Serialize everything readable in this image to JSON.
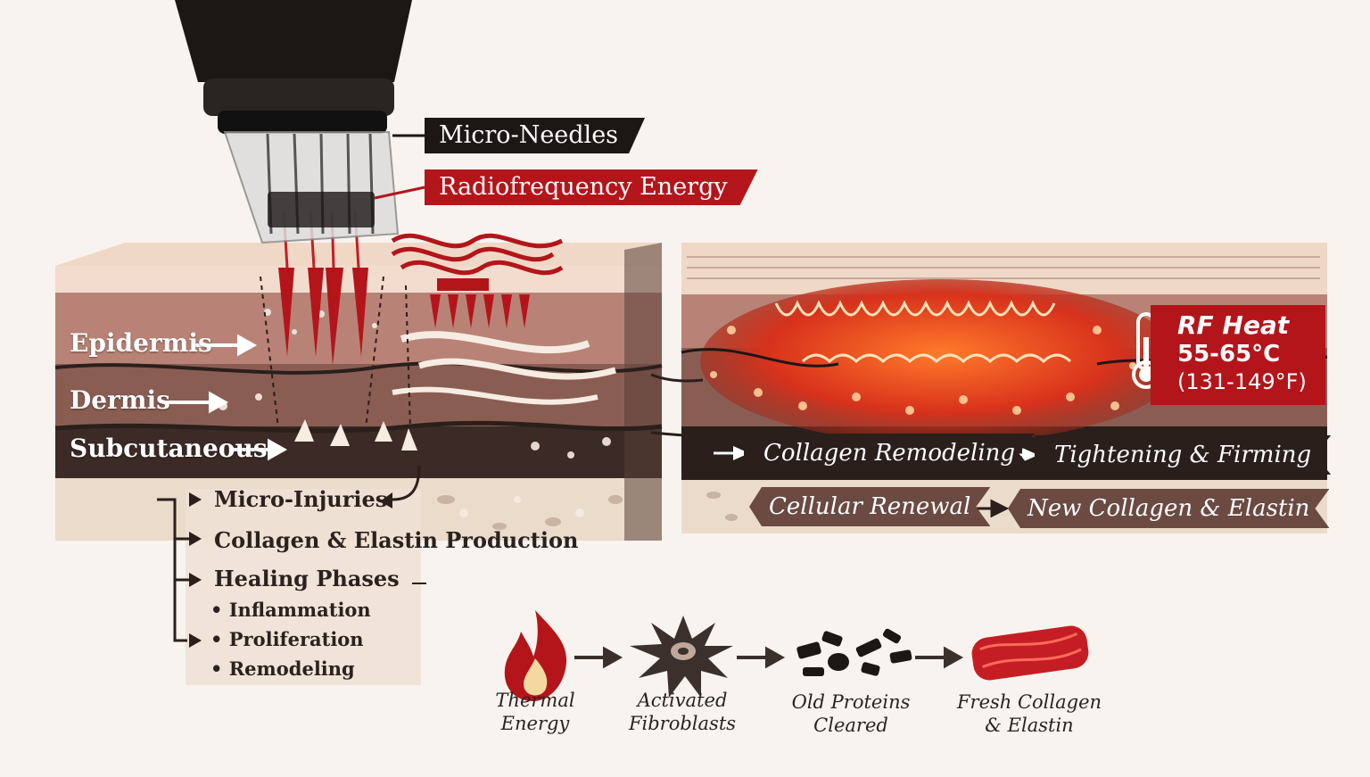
{
  "labels": {
    "micro_needles": "Micro-Needles",
    "rf_energy": "Radiofrequency Energy",
    "epidermis": "Epidermis",
    "dermis": "Dermis",
    "subcutaneous": "Subcutaneous"
  },
  "healing_steps": {
    "micro_injuries": "Micro-Injuries",
    "collagen_elastin_production": "Collagen & Elastin Production",
    "healing_phases": "Healing Phases",
    "phases": [
      "• Inflammation",
      "• Proliferation",
      "• Remodeling"
    ]
  },
  "rf_heat": {
    "title": "RF Heat",
    "celsius": "55-65°C",
    "fahrenheit": "(131-149°F)"
  },
  "results": {
    "collagen_remodeling": "Collagen Remodeling",
    "tightening_firming": "Tightening & Firming",
    "cellular_renewal": "Cellular Renewal",
    "new_collagen_elastin": "New Collagen & Elastin"
  },
  "process": [
    {
      "line1": "Thermal",
      "line2": "Energy"
    },
    {
      "line1": "Activated",
      "line2": "Fibroblasts"
    },
    {
      "line1": "Old Proteins",
      "line2": "Cleared"
    },
    {
      "line1": "Fresh Collagen",
      "line2": "& Elastin"
    }
  ],
  "colors": {
    "accent_red": "#b3151b",
    "dark": "#1c1715",
    "skin_brown": "#8a5d53",
    "background": "#f8f3ee"
  }
}
